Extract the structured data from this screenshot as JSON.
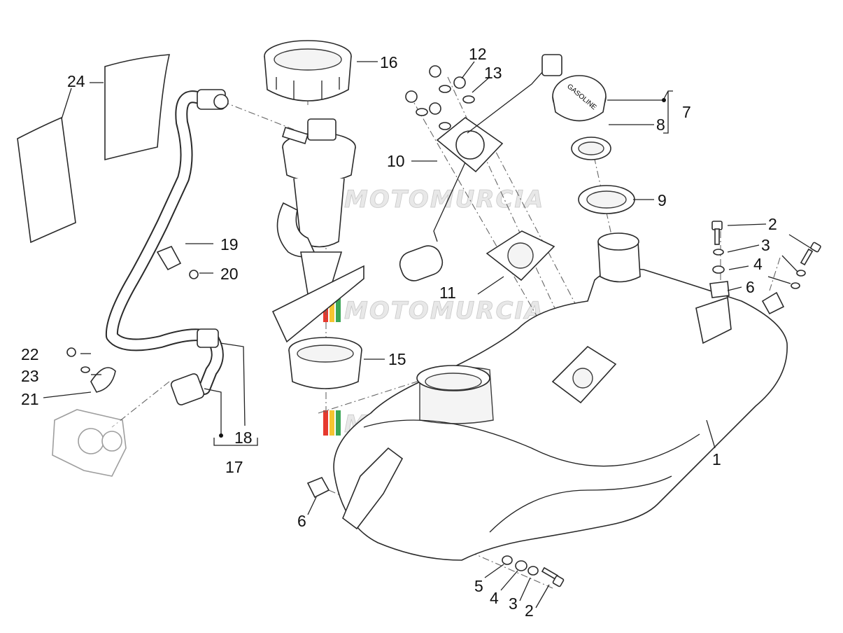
{
  "watermark": {
    "text": "MOTOMURCIA",
    "stripe_colors": [
      "#e63a2e",
      "#f5c431",
      "#3aa655"
    ]
  },
  "callouts": [
    {
      "id": "c1",
      "label": "1"
    },
    {
      "id": "c2a",
      "label": "2"
    },
    {
      "id": "c2b",
      "label": "2"
    },
    {
      "id": "c3a",
      "label": "3"
    },
    {
      "id": "c3b",
      "label": "3"
    },
    {
      "id": "c4a",
      "label": "4"
    },
    {
      "id": "c4b",
      "label": "4"
    },
    {
      "id": "c5",
      "label": "5"
    },
    {
      "id": "c6a",
      "label": "6"
    },
    {
      "id": "c6b",
      "label": "6"
    },
    {
      "id": "c7",
      "label": "7"
    },
    {
      "id": "c8",
      "label": "8"
    },
    {
      "id": "c9",
      "label": "9"
    },
    {
      "id": "c10",
      "label": "10"
    },
    {
      "id": "c11",
      "label": "11"
    },
    {
      "id": "c12",
      "label": "12"
    },
    {
      "id": "c13",
      "label": "13"
    },
    {
      "id": "c15",
      "label": "15"
    },
    {
      "id": "c16",
      "label": "16"
    },
    {
      "id": "c17",
      "label": "17"
    },
    {
      "id": "c18",
      "label": "18"
    },
    {
      "id": "c19",
      "label": "19"
    },
    {
      "id": "c20",
      "label": "20"
    },
    {
      "id": "c21",
      "label": "21"
    },
    {
      "id": "c22",
      "label": "22"
    },
    {
      "id": "c23",
      "label": "23"
    },
    {
      "id": "c24",
      "label": "24"
    }
  ],
  "fuel_cap": {
    "text": "GASOLINE"
  }
}
